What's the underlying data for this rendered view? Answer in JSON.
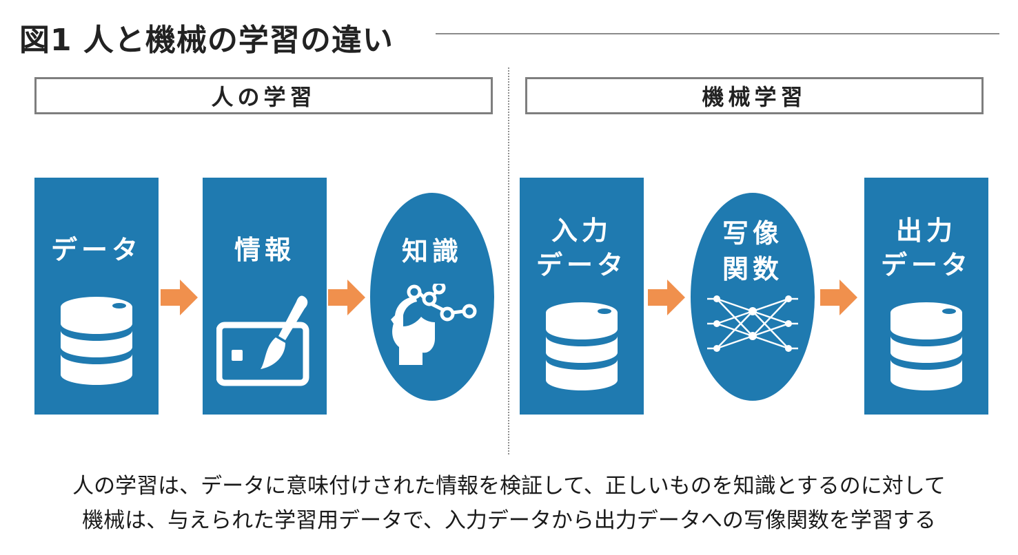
{
  "title": "図1  人と機械の学習の違い",
  "sections": {
    "human": "人の学習",
    "machine": "機械学習"
  },
  "human_flow": {
    "data": "データ",
    "info": "情報",
    "knowledge": "知識"
  },
  "machine_flow": {
    "input_line1": "入力",
    "input_line2": "データ",
    "mapping_line1": "写像",
    "mapping_line2": "関数",
    "output_line1": "出力",
    "output_line2": "データ"
  },
  "caption": {
    "line1": "人の学習は、データに意味付けされた情報を検証して、正しいものを知識とするのに対して",
    "line2": "機械は、与えられた学習用データで、入力データから出力データへの写像関数を学習する"
  },
  "colors": {
    "box_blue": "#1f7ab0",
    "arrow_orange": "#f0904d"
  },
  "icons": [
    "database-icon",
    "pen-tablet-icon",
    "head-network-icon",
    "neural-network-icon"
  ]
}
